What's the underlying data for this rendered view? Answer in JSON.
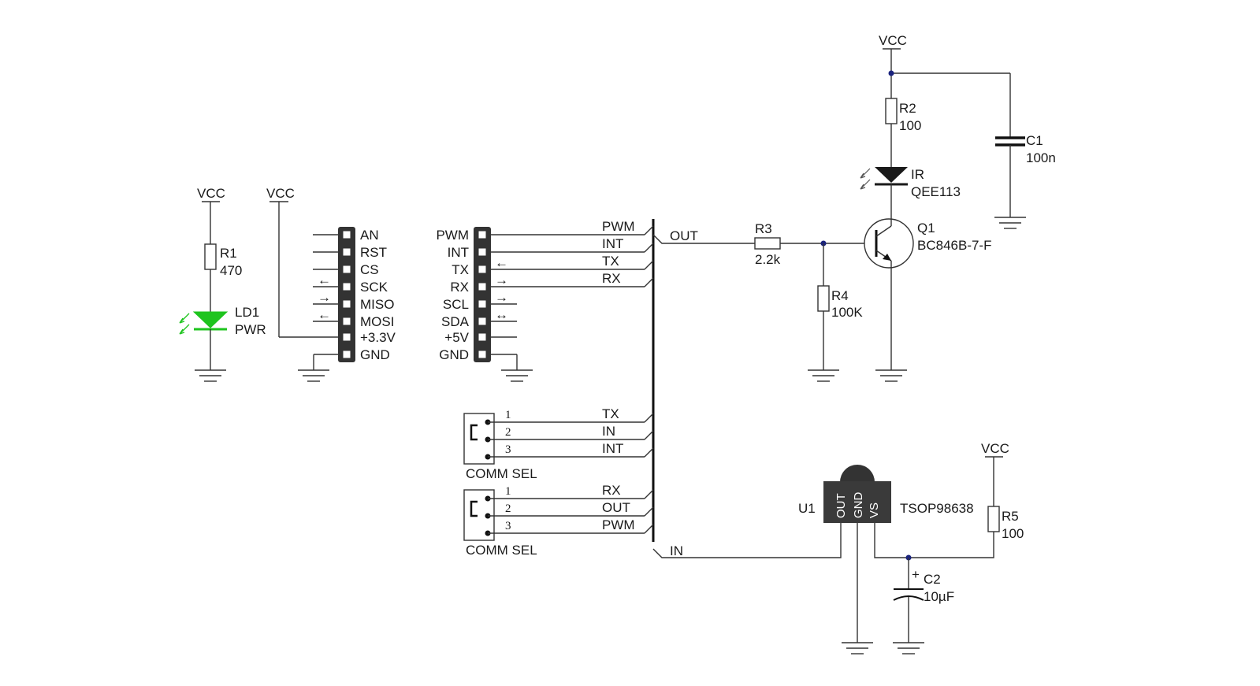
{
  "left_power": {
    "vcc_label": "VCC",
    "r1": {
      "ref": "R1",
      "value": "470"
    },
    "ld1": {
      "ref": "LD1",
      "value": "PWR"
    }
  },
  "left_header": {
    "vcc_label": "VCC",
    "pins": [
      "AN",
      "RST",
      "CS",
      "SCK",
      "MISO",
      "MOSI",
      "+3.3V",
      "GND"
    ],
    "arrows": [
      "",
      "",
      "",
      "←",
      "→",
      "←",
      "",
      ""
    ]
  },
  "right_header": {
    "pins": [
      "PWM",
      "INT",
      "TX",
      "RX",
      "SCL",
      "SDA",
      "+5V",
      "GND"
    ],
    "arrows": [
      "",
      "",
      "←",
      "→",
      "→",
      "↔",
      "",
      ""
    ]
  },
  "bus_labels": {
    "top": [
      "PWM",
      "INT",
      "TX",
      "RX"
    ],
    "out": "OUT",
    "in": "IN"
  },
  "comm_sel_1": {
    "label": "COMM SEL",
    "pins": [
      "1",
      "2",
      "3"
    ],
    "nets": [
      "TX",
      "IN",
      "INT"
    ]
  },
  "comm_sel_2": {
    "label": "COMM SEL",
    "pins": [
      "1",
      "2",
      "3"
    ],
    "nets": [
      "RX",
      "OUT",
      "PWM"
    ]
  },
  "ir_driver": {
    "vcc_label": "VCC",
    "r2": {
      "ref": "R2",
      "value": "100"
    },
    "c1": {
      "ref": "C1",
      "value": "100n"
    },
    "ir": {
      "ref": "IR",
      "value": "QEE113"
    },
    "r3": {
      "ref": "R3",
      "value": "2.2k"
    },
    "r4": {
      "ref": "R4",
      "value": "100K"
    },
    "q1": {
      "ref": "Q1",
      "value": "BC846B-7-F"
    }
  },
  "receiver": {
    "vcc_label": "VCC",
    "u1": {
      "ref": "U1",
      "value": "TSOP98638",
      "pins": [
        "OUT",
        "GND",
        "VS"
      ]
    },
    "r5": {
      "ref": "R5",
      "value": "100"
    },
    "c2": {
      "ref": "C2",
      "value": "10µF",
      "polarity": "+"
    }
  },
  "colors": {
    "wire": "#333333",
    "led": "#1ec41e",
    "junction": "#1a237e",
    "signal_arrow": "#e8354a",
    "header_pin": "#333333"
  }
}
